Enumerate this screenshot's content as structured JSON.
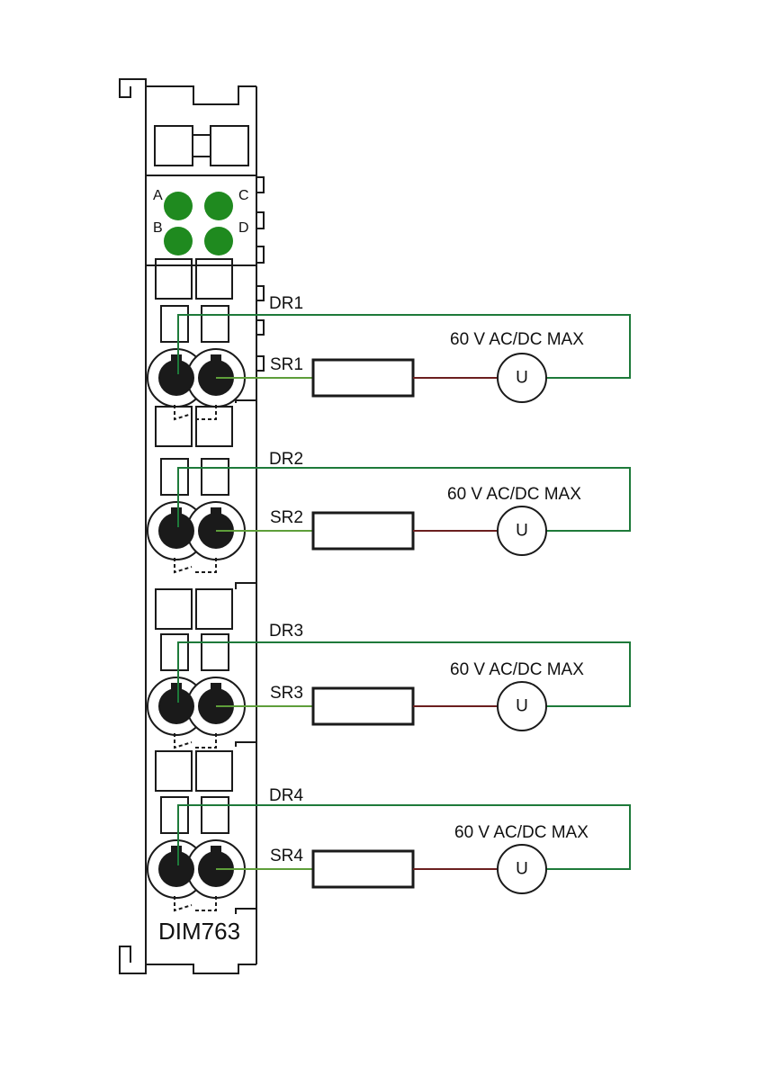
{
  "module": {
    "model_label": "DIM763",
    "leds": [
      {
        "label": "A",
        "color": "#1f8a1f"
      },
      {
        "label": "B",
        "color": "#1f8a1f"
      },
      {
        "label": "C",
        "color": "#1f8a1f"
      },
      {
        "label": "D",
        "color": "#1f8a1f"
      }
    ]
  },
  "channels": [
    {
      "drain_label": "DR1",
      "source_label": "SR1",
      "rating": "60 V AC/DC MAX",
      "source_symbol": "U"
    },
    {
      "drain_label": "DR2",
      "source_label": "SR2",
      "rating": "60 V AC/DC MAX",
      "source_symbol": "U"
    },
    {
      "drain_label": "DR3",
      "source_label": "SR3",
      "rating": "60 V AC/DC MAX",
      "source_symbol": "U"
    },
    {
      "drain_label": "DR4",
      "source_label": "SR4",
      "rating": "60 V AC/DC MAX",
      "source_symbol": "U"
    }
  ],
  "colors": {
    "outline": "#1a1a1a",
    "drain_wire": "#1e7a3a",
    "source_wire": "#5e9e3a",
    "load_wire": "#6b1f1f",
    "terminal": "#1a1a1a"
  }
}
